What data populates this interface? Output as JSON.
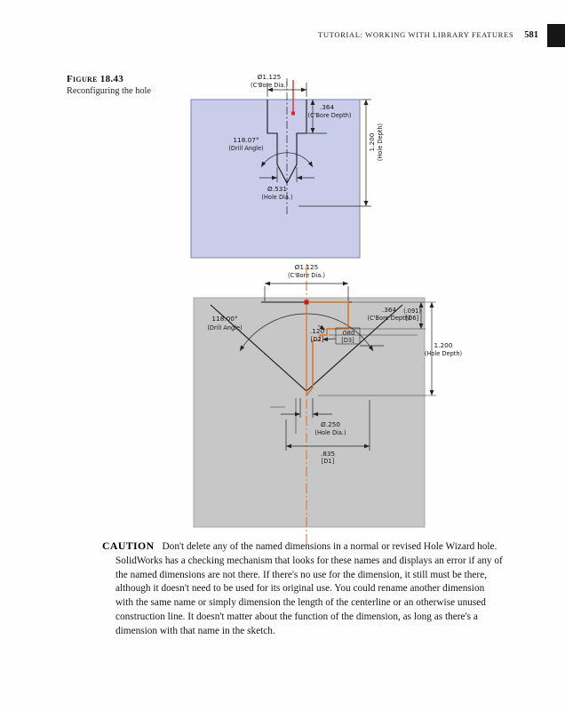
{
  "header": {
    "running_title": "TUTORIAL: WORKING WITH LIBRARY FEATURES",
    "page_number": "581"
  },
  "figure": {
    "label": "Figure 18.43",
    "caption": "Reconfiguring the hole"
  },
  "diagram_top": {
    "cbore_dia_value": "Ø1.125",
    "cbore_dia_name": "(C'Bore Dia.)",
    "cbore_depth_value": ".364",
    "cbore_depth_name": "(C'Bore Depth)",
    "hole_depth_value": "1.200",
    "hole_depth_name": "(Hole Depth)",
    "drill_angle_value": "118.07°",
    "drill_angle_name": "(Drill Angle)",
    "hole_dia_value": "Ø.531",
    "hole_dia_name": "(Hole Dia.)"
  },
  "diagram_bottom": {
    "cbore_dia_value": "Ø1.125",
    "cbore_dia_name": "(C'Bore Dia.)",
    "cbore_depth_value": ".364",
    "cbore_depth_name": "(C'Bore Depth)",
    "d6_value": "(.091)",
    "d6_name": "[D6]",
    "drill_angle_value": "118.00°",
    "drill_angle_name": "(Drill Angle)",
    "d2_value": ".120",
    "d2_name": "[D2]",
    "d3_value": ".080",
    "d3_name": "[D3]",
    "hole_depth_value": "1.200",
    "hole_depth_name": "(Hole Depth)",
    "hole_dia_value": "Ø.250",
    "hole_dia_name": "(Hole Dia.)",
    "d1_value": ".835",
    "d1_name": "[D1]"
  },
  "caution": {
    "label": "CAUTION",
    "text": "Don't delete any of the named dimensions in a normal or revised Hole Wizard hole. SolidWorks has a checking mechanism that looks for these names and displays an error if any of the named dimensions are not there. If there's no use for the dimension, it still must be there, although it doesn't need to be used for its original use. You could rename another dimension with the same name or simply dimension the length of the centerline or an otherwise unused construction line. It doesn't matter about the function of the dimension, as long as there's a dimension with that name in the sketch."
  },
  "colors": {
    "part_face_blue": "#c9cdea",
    "part_face_gray": "#c7c7c7",
    "highlight_orange": "#d9731f",
    "highlight_red": "#dd2222"
  }
}
